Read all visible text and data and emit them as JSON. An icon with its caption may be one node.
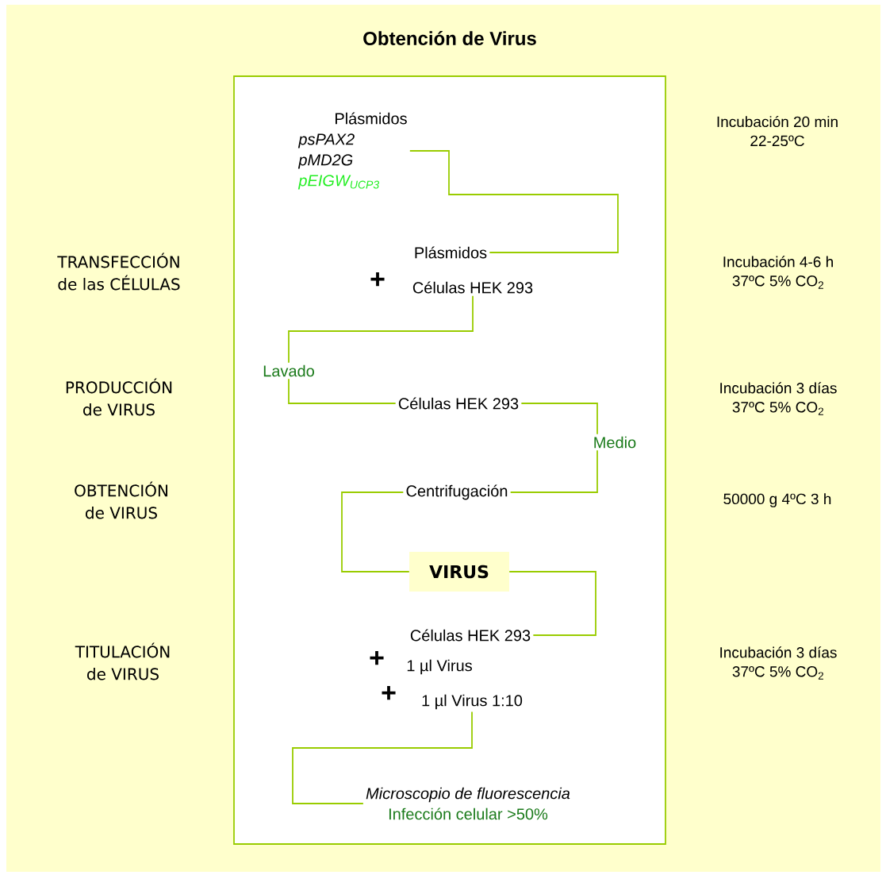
{
  "diagram": {
    "title": "Obtención de Virus",
    "nodes": [
      {
        "text": [],
        "shape": "box"
      },
      {
        "text": [
          "Plásmidos",
          "psPAX2",
          "pMD2G",
          "pEIGW$_{UCP3}$"
        ],
        "in": 0
      },
      {
        "text": [
          "Plásmidos"
        ],
        "in": 0
      },
      {
        "text": [
          "Células HEK 293"
        ],
        "in": 0
      },
      {
        "text": [
          "Células HEK 293"
        ],
        "in": 0
      },
      {
        "text": [
          "Centrifugación"
        ],
        "in": 0
      },
      {
        "text": [
          "VIRUS"
        ],
        "in": 0
      },
      {
        "text": [
          "Células HEK 293"
        ],
        "in": 0
      },
      {
        "text": [
          "1 µl Virus"
        ],
        "in": 0
      },
      {
        "text": [
          "1 µl Virus 1:10"
        ],
        "in": 0
      },
      {
        "text": [
          "Microscopio de fluorescencia",
          "Infección celular >50%"
        ],
        "in": 0
      }
    ],
    "edges": [
      {
        "from": 1,
        "to": 2,
        "arrow": "none"
      },
      {
        "from": 3,
        "to": 4,
        "arrow": "none",
        "label": "Lavado"
      },
      {
        "from": 4,
        "to": 5,
        "arrow": "none",
        "label": "Medio"
      },
      {
        "from": 5,
        "to": 6,
        "arrow": "none"
      },
      {
        "from": 6,
        "to": 7,
        "arrow": "none"
      },
      {
        "from": 9,
        "to": 10,
        "arrow": "none"
      }
    ],
    "labels": [
      "Incubación 20 min 22-25ºC",
      "TRANSFECCIÓN de las CÉLULAS",
      "+",
      "Incubación 4-6 h 37ºC 5% CO$_{2}$",
      "PRODUCCIÓN de VIRUS",
      "Incubación 3 días 37ºC 5% CO$_{2}$",
      "OBTENCIÓN de VIRUS",
      "50000 g 4ºC 3 h",
      "TITULACIÓN de VIRUS",
      "+",
      "+",
      "Incubación 3 días 37ºC 5% CO$_{2}$"
    ]
  }
}
